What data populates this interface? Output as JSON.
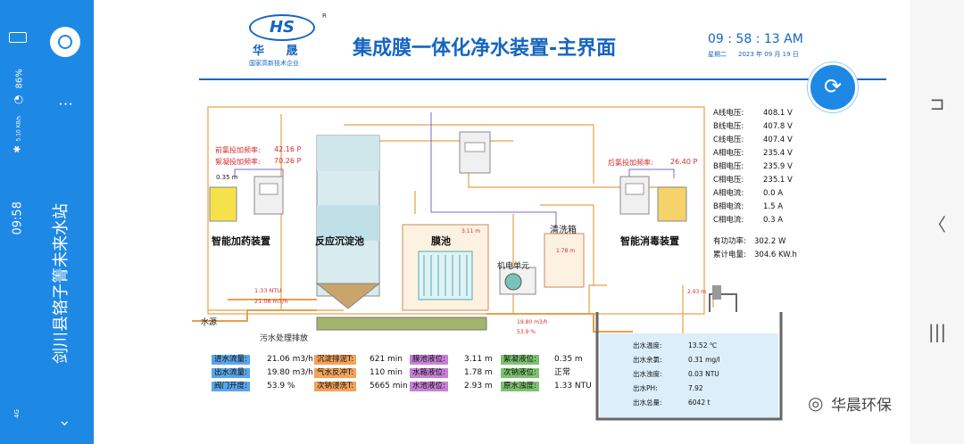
{
  "phone": {
    "time": "09:58",
    "battery": "86%",
    "net_speed": "5.10 KB/s",
    "signal_label": "4G",
    "app_title": "剑川县铬子箐未来水站"
  },
  "header": {
    "logo_text": "HS",
    "logo_r": "R",
    "logo_cn": "华 晟",
    "logo_sub": "国家高新技术企业",
    "title": "集成膜一体化净水装置-主界面",
    "clock": "09 : 58 : 13 AM",
    "weekday": "星期二",
    "date": "2023 年 09 月 19 日"
  },
  "power": [
    {
      "label": "A线电压:",
      "value": "408.1 V"
    },
    {
      "label": "B线电压:",
      "value": "407.8 V"
    },
    {
      "label": "C线电压:",
      "value": "407.4 V"
    },
    {
      "label": "A相电压:",
      "value": "235.4 V"
    },
    {
      "label": "B相电压:",
      "value": "235.9 V"
    },
    {
      "label": "C相电压:",
      "value": "235.1 V"
    },
    {
      "label": "A相电流:",
      "value": "0.0 A"
    },
    {
      "label": "B相电流:",
      "value": "1.5 A"
    },
    {
      "label": "C相电流:",
      "value": "0.3 A"
    }
  ],
  "energy": [
    {
      "label": "有功功率:",
      "value": "302.2 W"
    },
    {
      "label": "累计电量:",
      "value": "304.6 KW.h"
    }
  ],
  "dosing": {
    "f1_label": "前氯投加频率:",
    "f1_value": "42.16 P",
    "f2_label": "絮凝投加频率:",
    "f2_value": "70.26 P",
    "f3_label": "后氯投加频率:",
    "f3_value": "26.40 P",
    "tank_level": "0.35 m"
  },
  "units": {
    "dosing": "智能加药装置",
    "sedimentation": "反应沉淀池",
    "membrane": "膜池",
    "clean_tank": "清洗箱",
    "mech_unit": "机电单元",
    "disinfect": "智能消毒装置",
    "source": "水源",
    "sewage": "污水处理排放"
  },
  "inline": {
    "turbidity_in": "1.33 NTU",
    "flow_in": "21.06 m3/h",
    "membrane_level": "3.11 m",
    "clean_level": "1.78 m",
    "flow_out": "19.80 m3/h",
    "valve_open": "53.9 %",
    "tank_top_level": "2.93 m"
  },
  "status_table": [
    [
      {
        "label": "进水流量:",
        "value": "21.06 m3/h"
      },
      {
        "label": "沉淀排泥T:",
        "value": "621 min"
      },
      {
        "label": "膜池液位:",
        "value": "3.11 m"
      },
      {
        "label": "絮凝液位:",
        "value": "0.35 m"
      }
    ],
    [
      {
        "label": "出水流量:",
        "value": "19.80 m3/h"
      },
      {
        "label": "气水反冲T:",
        "value": "110 min"
      },
      {
        "label": "水箱液位:",
        "value": "1.78 m"
      },
      {
        "label": "次钠液位:",
        "value": "正常"
      }
    ],
    [
      {
        "label": "阀门开度:",
        "value": "53.9 %"
      },
      {
        "label": "次钠浸洗T:",
        "value": "5665 min"
      },
      {
        "label": "水池液位:",
        "value": "2.93 m"
      },
      {
        "label": "原水浊度:",
        "value": "1.33 NTU"
      }
    ]
  ],
  "output": [
    {
      "label": "出水温度:",
      "value": "13.52 ℃"
    },
    {
      "label": "出水余氯:",
      "value": "0.31 mg/l"
    },
    {
      "label": "出水浊度:",
      "value": "0.03 NTU"
    },
    {
      "label": "出水PH:",
      "value": "7.92"
    },
    {
      "label": "出水总量:",
      "value": "6042 t"
    }
  ],
  "watermark": "华晨环保",
  "colors": {
    "accent": "#1e88e5",
    "title": "#1565c0",
    "pipe": "#e6a04a",
    "red_text": "#d32f2f"
  }
}
